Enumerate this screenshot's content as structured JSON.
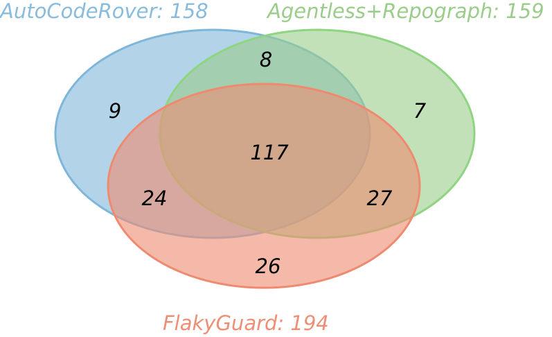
{
  "sets": [
    {
      "id": "autocoderover",
      "label": "AutoCodeRover: 158",
      "color": "#89BCDC",
      "stroke": "#7EB6DA"
    },
    {
      "id": "agentless",
      "label": "Agentless+Repograph: 159",
      "color": "#9ACD8A",
      "stroke": "#8FD480"
    },
    {
      "id": "flakyguard",
      "label": "FlakyGuard: 194",
      "color": "#EE8E75",
      "stroke": "#EE8A70"
    }
  ],
  "regions": {
    "autocoderover_only": "9",
    "agentless_only": "7",
    "flakyguard_only": "26",
    "autocoderover_agentless": "8",
    "autocoderover_flakyguard": "24",
    "agentless_flakyguard": "27",
    "all_three": "117"
  }
}
